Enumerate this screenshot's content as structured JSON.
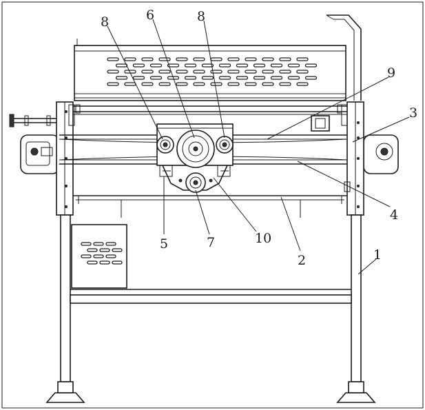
{
  "labels": {
    "l1": "1",
    "l2": "2",
    "l3": "3",
    "l4": "4",
    "l5": "5",
    "l6": "6",
    "l7": "7",
    "l8a": "8",
    "l8b": "8",
    "l9": "9",
    "l10": "10"
  },
  "colors": {
    "stroke": "#1a1a1a",
    "background": "#ffffff"
  }
}
